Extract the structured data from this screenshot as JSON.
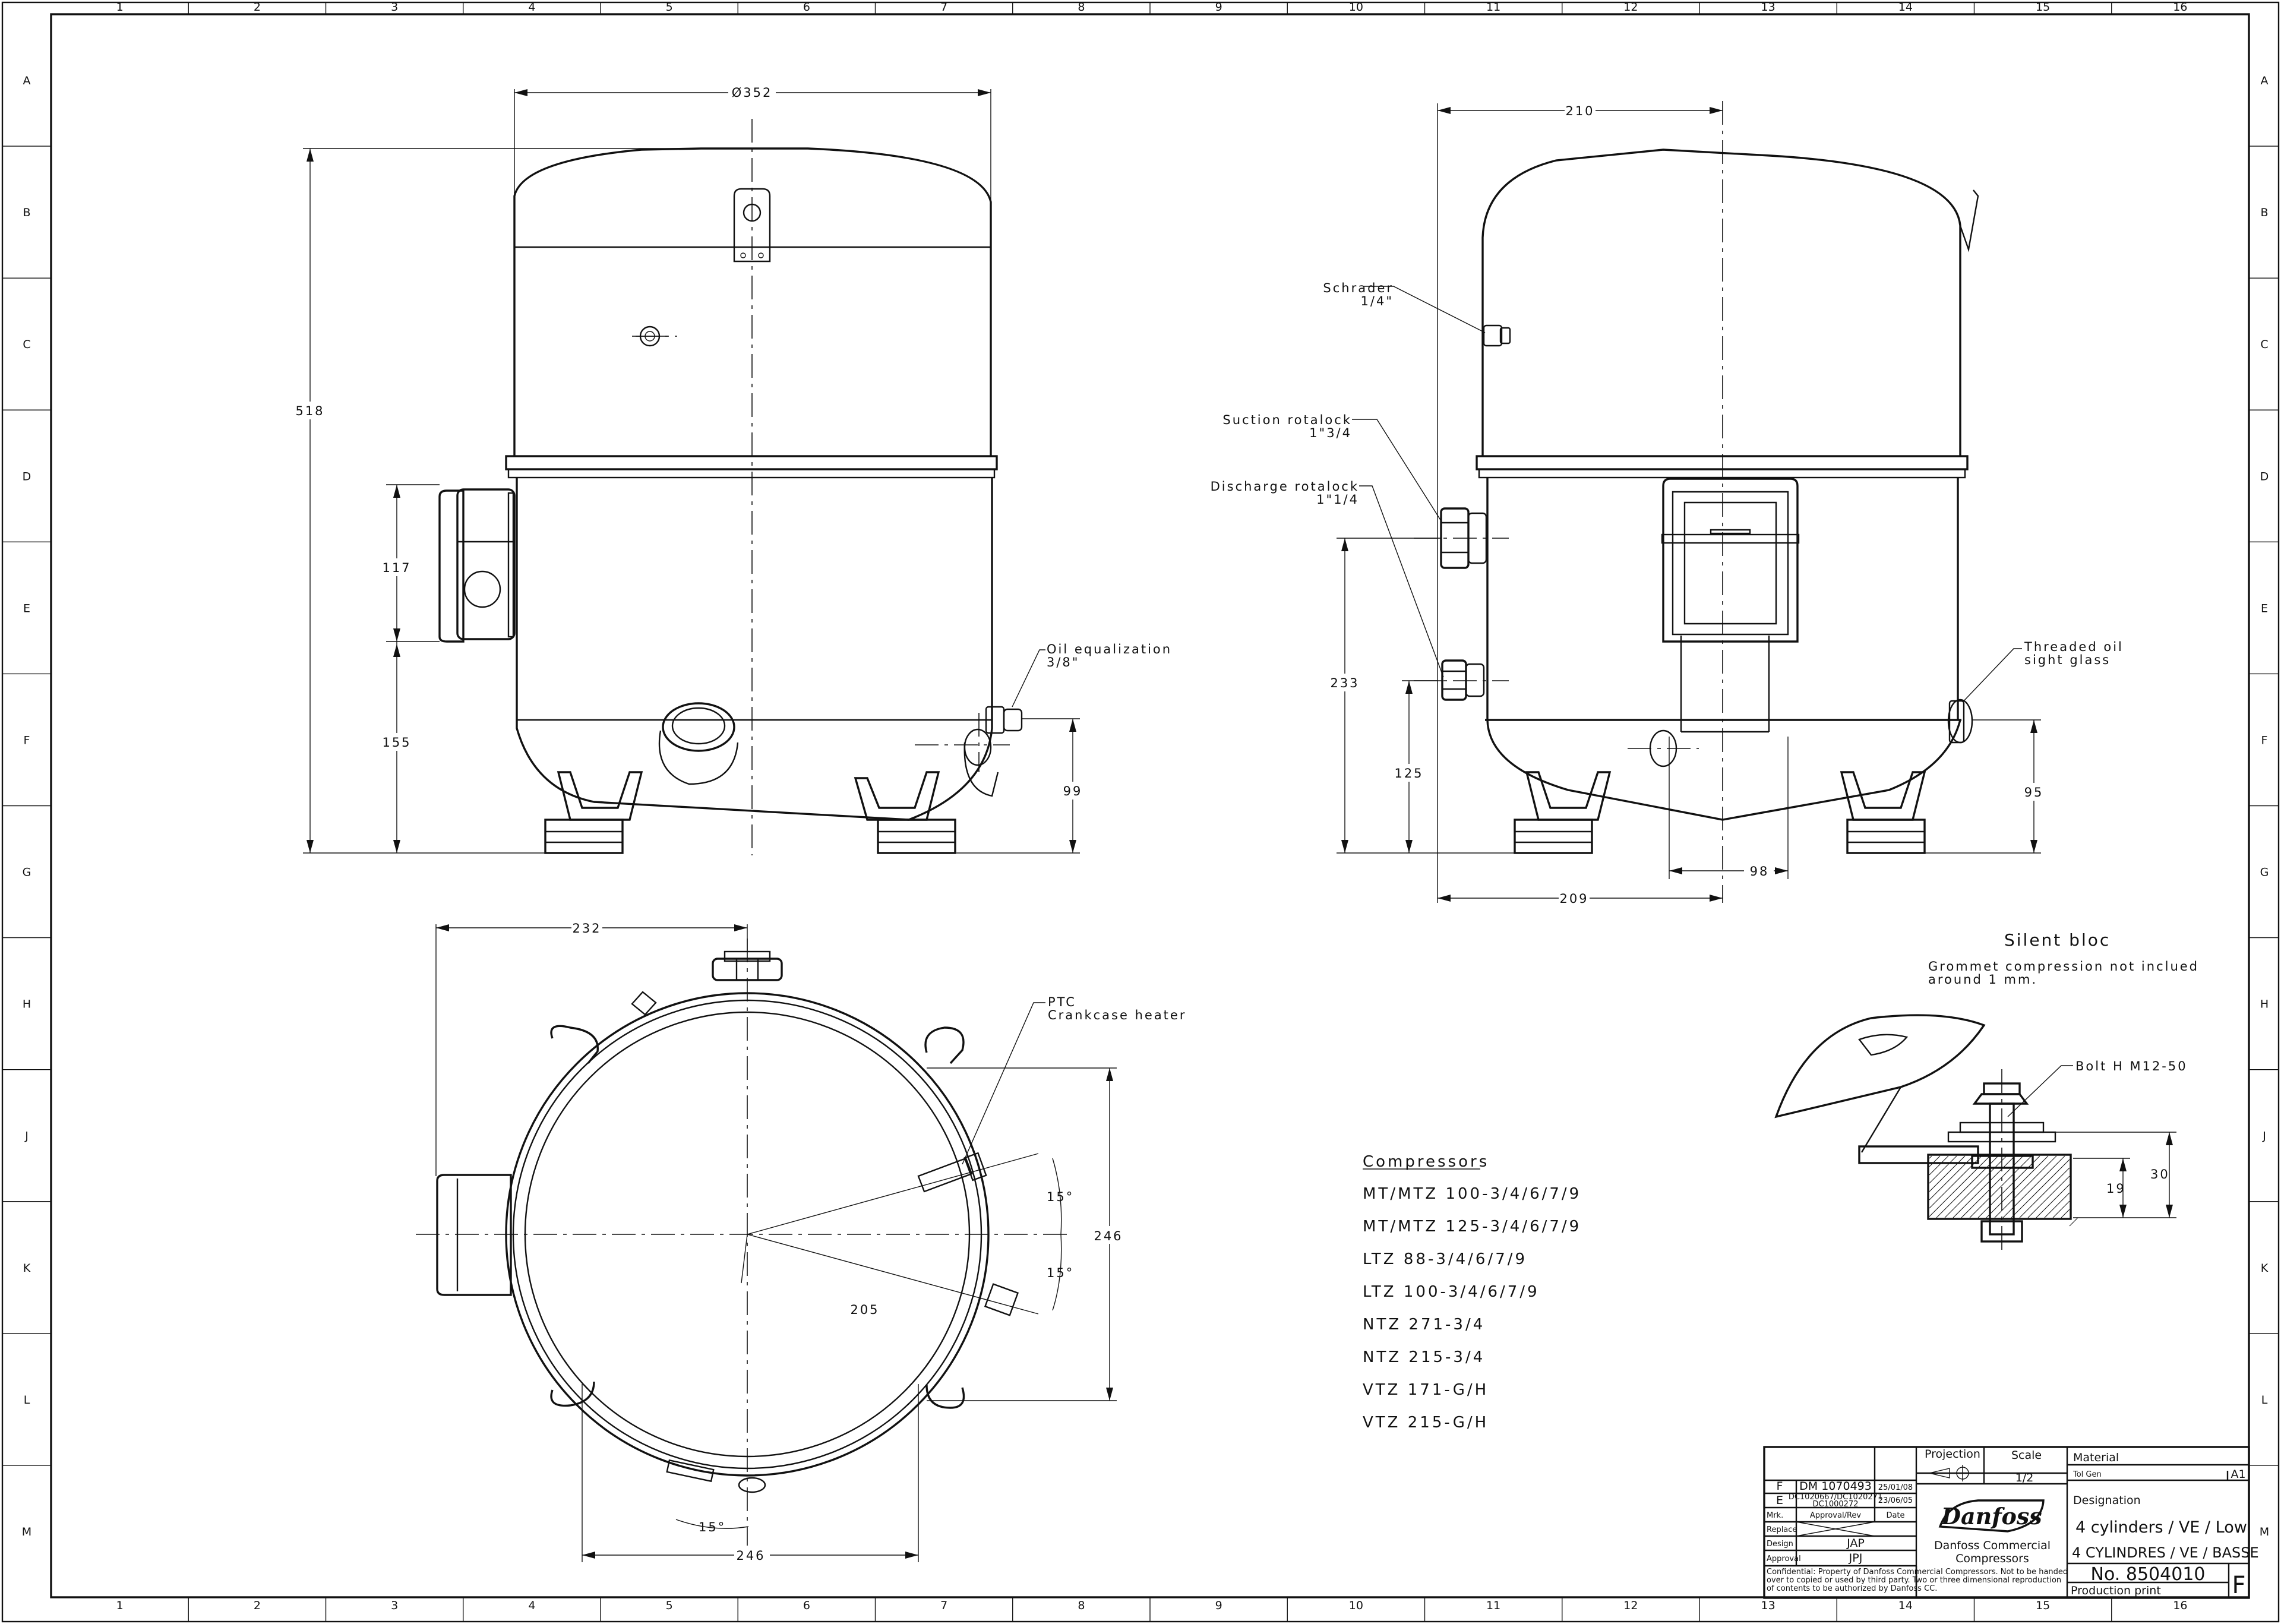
{
  "grid": {
    "columns": [
      "1",
      "2",
      "3",
      "4",
      "5",
      "6",
      "7",
      "8",
      "9",
      "10",
      "11",
      "12",
      "13",
      "14",
      "15",
      "16"
    ],
    "rows": [
      "A",
      "B",
      "C",
      "D",
      "E",
      "F",
      "G",
      "H",
      "J",
      "K",
      "L",
      "M"
    ]
  },
  "dimensions": {
    "dia352": "Ø352",
    "h518": "518",
    "h117": "117",
    "h155": "155",
    "h99": "99",
    "w210": "210",
    "h233": "233",
    "h125": "125",
    "w98": "98",
    "w209": "209",
    "h95": "95",
    "w232": "232",
    "h246": "246",
    "a15_upper": "15°",
    "a15_lower": "15°",
    "r205": "205",
    "a15_bottom": "15°",
    "w246": "246",
    "h30": "30",
    "h19": "19"
  },
  "callouts": {
    "oil_eq_1": "Oil equalization",
    "oil_eq_2": "3/8\"",
    "schrader_1": "Schrader",
    "schrader_2": "1/4\"",
    "suction_1": "Suction rotalock",
    "suction_2": "1\"3/4",
    "discharge_1": "Discharge rotalock",
    "discharge_2": "1\"1/4",
    "sight_1": "Threaded oil",
    "sight_2": "sight glass",
    "ptc_1": "PTC",
    "ptc_2": "Crankcase heater",
    "bolt": "Bolt H M12-50"
  },
  "silent_bloc": {
    "title": "Silent bloc",
    "note_1": "Grommet compression not inclued",
    "note_2": "around 1 mm."
  },
  "compressors": {
    "title": "Compressors",
    "items": [
      "MT/MTZ 100-3/4/6/7/9",
      "MT/MTZ 125-3/4/6/7/9",
      "LTZ 88-3/4/6/7/9",
      "LTZ 100-3/4/6/7/9",
      "NTZ 271-3/4",
      "NTZ 215-3/4",
      "VTZ 171-G/H",
      "VTZ 215-G/H"
    ]
  },
  "title_block": {
    "rev_f": "F",
    "rev_f_ref": "DM 1070493",
    "rev_f_date": "25/01/08",
    "rev_e": "E",
    "rev_e_ref1": "DC1020667/DC1020271",
    "rev_e_ref2": "DC1000272",
    "rev_e_date": "23/06/05",
    "mrk": "Mrk.",
    "approval_rev": "Approval/Rev",
    "date": "Date",
    "replace": "Replace",
    "design": "Design",
    "design_val": "JAP",
    "approval": "Approval",
    "approval_val": "JPJ",
    "projection": "Projection",
    "scale": "Scale",
    "scale_val": "1/2",
    "brand": "Danfoss",
    "brand_sub_1": "Danfoss Commercial",
    "brand_sub_2": "Compressors",
    "material": "Material",
    "tol_gen": "Tol Gen",
    "sheet_size": "A1",
    "designation": "Designation",
    "designation_en": "4 cylinders / VE / Low",
    "designation_fr": "4 CYLINDRES / VE / BASSE",
    "drawing_no": "No. 8504010",
    "revision": "F",
    "production": "Production print",
    "confidential_1": "Confidential: Property of Danfoss Commercial Compressors. Not to be handed",
    "confidential_2": "over to copied or used by third party. Two or three dimensional reproduction",
    "confidential_3": "of contents to be authorized by Danfoss CC."
  }
}
